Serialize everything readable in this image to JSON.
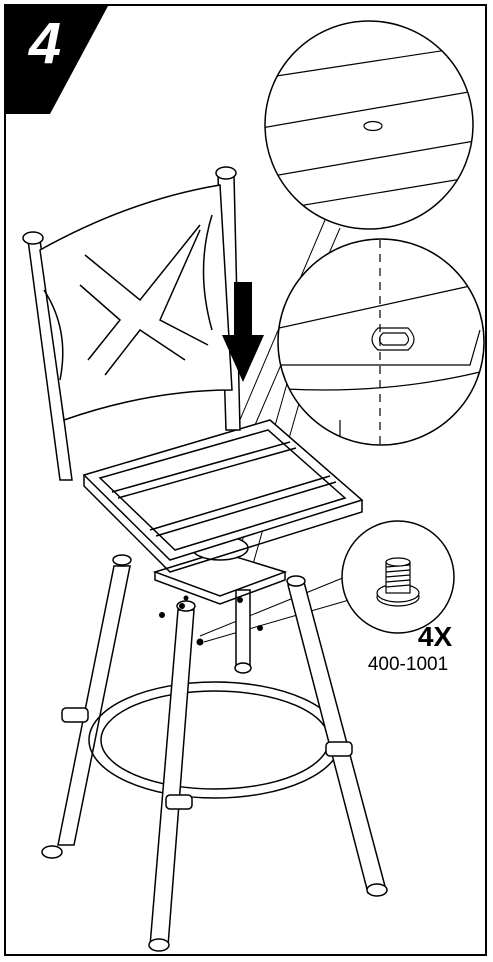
{
  "step": {
    "number": "4"
  },
  "callout": {
    "quantity": "4X",
    "part_number": "400-1001"
  },
  "colors": {
    "ink": "#000000",
    "paper": "#ffffff"
  },
  "icons": [
    "down-arrow-icon",
    "screw-icon"
  ]
}
